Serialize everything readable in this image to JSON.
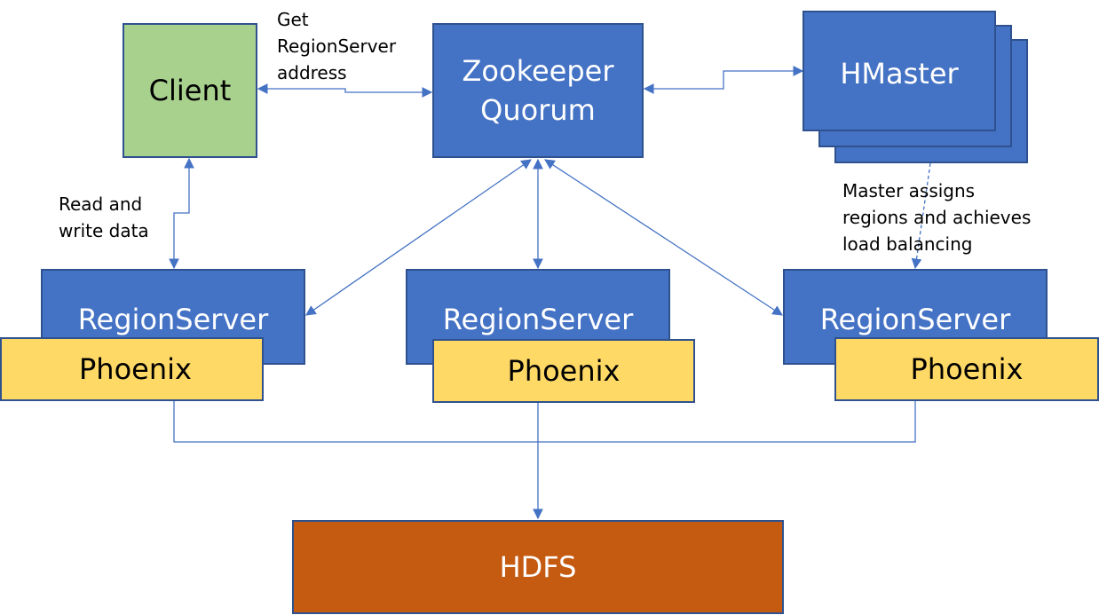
{
  "nodes": {
    "client": "Client",
    "zookeeper": "Zookeeper\nQuorum",
    "hmaster": "HMaster",
    "regionserver_left": "RegionServer",
    "regionserver_mid": "RegionServer",
    "regionserver_right": "RegionServer",
    "phoenix_left": "Phoenix",
    "phoenix_mid": "Phoenix",
    "phoenix_right": "Phoenix",
    "hdfs": "HDFS"
  },
  "labels": {
    "get_address": "Get\nRegionServer\naddress",
    "read_write": "Read and\nwrite data",
    "master_assigns": "Master assigns\nregions and achieves\nload balancing"
  },
  "colors": {
    "blue": "#4472c4",
    "green": "#a9d18e",
    "yellow": "#ffd966",
    "orange": "#c55a11",
    "border": "#2f528f",
    "line": "#4472c4"
  }
}
